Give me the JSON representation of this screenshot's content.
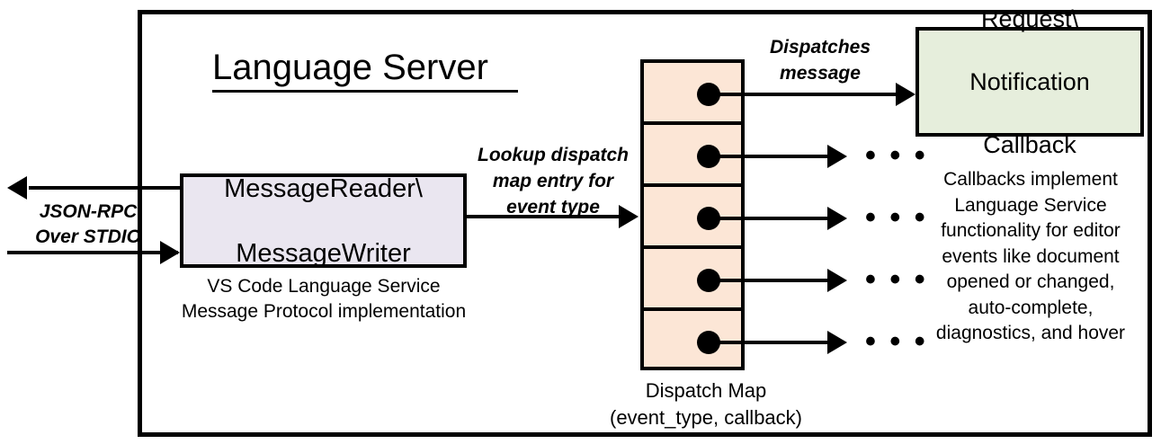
{
  "diagram": {
    "title": "Language Server",
    "frame_label": "language-server-boundary",
    "colors": {
      "message_box_fill": "#EAE6F0",
      "dispatch_map_fill": "#FCE6D6",
      "callback_box_fill": "#E6EEDC",
      "stroke": "#000000",
      "background": "#FFFFFF"
    }
  },
  "io": {
    "transport_label_line1": "JSON-RPC",
    "transport_label_line2": "Over STDIO",
    "inbound_arrow": "arrow-right-into-message-reader",
    "outbound_arrow": "arrow-left-out-of-language-server"
  },
  "message_box": {
    "line1": "MessageReader\\",
    "line2": "MessageWriter",
    "caption_line1": "VS Code Language Service",
    "caption_line2": "Message Protocol implementation"
  },
  "lookup_edge": {
    "line1": "Lookup dispatch",
    "line2": "map entry for",
    "line3": "event type"
  },
  "dispatch_map": {
    "caption_line1": "Dispatch Map",
    "caption_line2": "(event_type, callback)",
    "cells": [
      {
        "index": 1,
        "marker": "dot"
      },
      {
        "index": 2,
        "marker": "dot"
      },
      {
        "index": 3,
        "marker": "dot"
      },
      {
        "index": 4,
        "marker": "dot"
      },
      {
        "index": 5,
        "marker": "dot"
      }
    ]
  },
  "dispatch_edge": {
    "line1": "Dispatches",
    "line2": "message"
  },
  "callback_box": {
    "line1": "Request\\",
    "line2": "Notification",
    "line3": "Callback",
    "caption_line1": "Callbacks implement",
    "caption_line2": "Language Service",
    "caption_line3": "functionality for editor",
    "caption_line4": "events like document",
    "caption_line5": "opened or changed,",
    "caption_line6": "auto-complete,",
    "caption_line7": "diagnostics, and hover"
  },
  "ellipses": {
    "glyph": "• • •",
    "count": 4
  }
}
